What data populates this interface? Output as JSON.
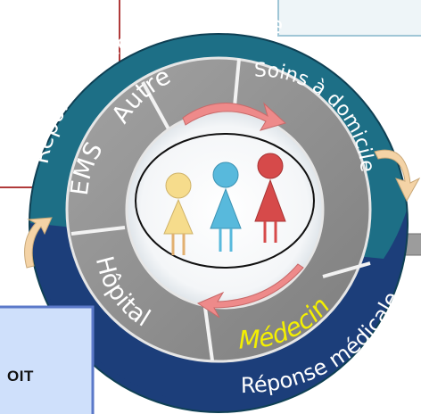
{
  "outer_ring": {
    "top_label": "Réponse médico-technique",
    "bottom_label": "Réponse médicale"
  },
  "segments": {
    "ems": "EMS",
    "autre": "Autre",
    "soins": "Soins à domicile",
    "medecin": "Médecin",
    "hopital": "Hôpital"
  },
  "partial_box_label": "OIT",
  "colors": {
    "teal_ring": "#1d6f86",
    "navy_ring": "#1c3e7a",
    "gray_segment": "#8f8f8f",
    "medecin_text": "#f4f000",
    "figure_yellow": "#f6dc8c",
    "figure_cyan": "#58b9dc",
    "figure_red": "#d64a4a",
    "arrow_pink": "#ee8a8a",
    "box_border_red": "#b03a3a",
    "box_fill_blue": "#cfe0fb"
  },
  "icons": [
    "cycle-arrow-icon",
    "person-icon"
  ]
}
